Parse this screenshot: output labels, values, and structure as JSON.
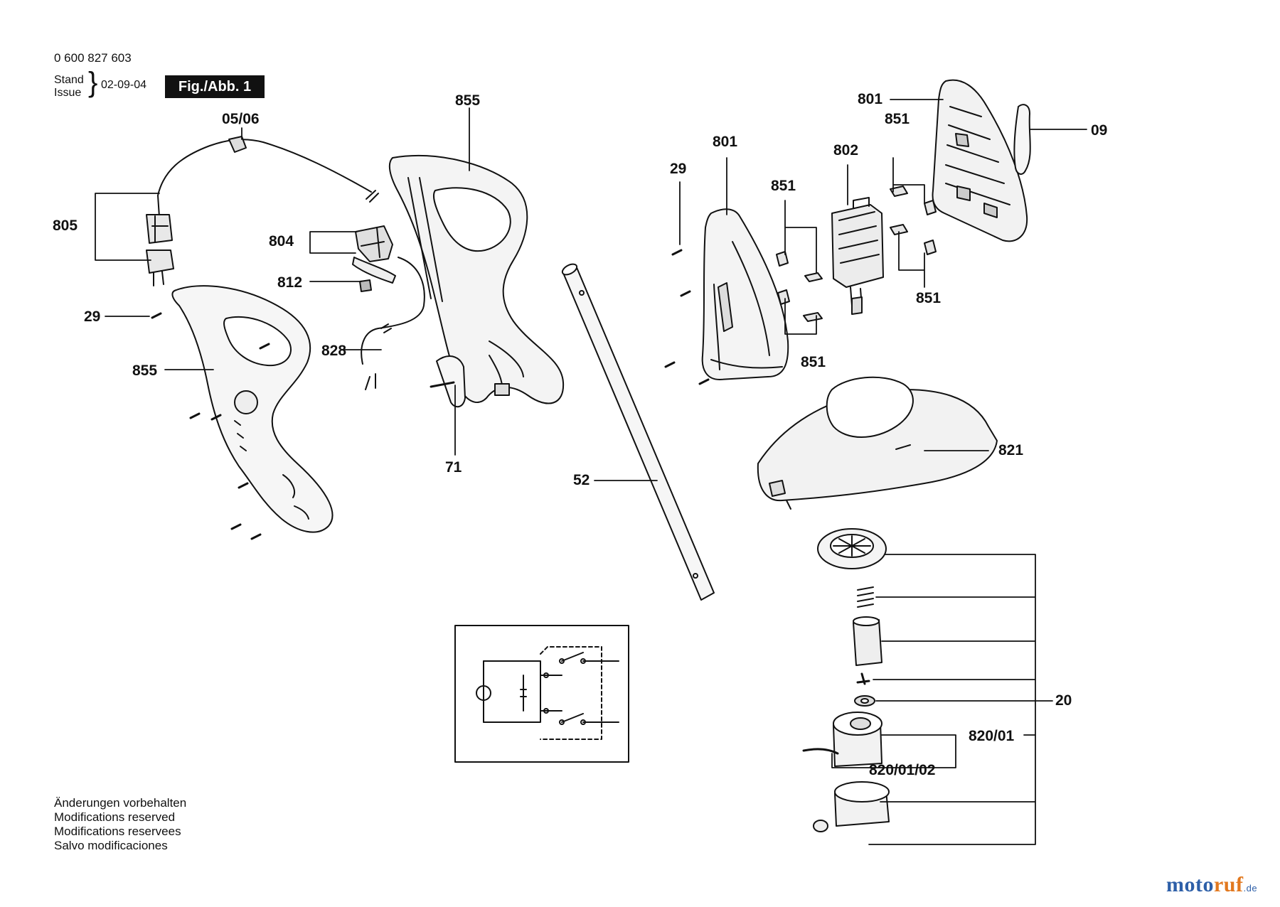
{
  "header": {
    "doc_number": "0 600 827 603",
    "stand_label": "Stand",
    "issue_label": "Issue",
    "date": "02-09-04",
    "figure_label": "Fig./Abb. 1"
  },
  "notes": [
    "Änderungen vorbehalten",
    "Modifications reserved",
    "Modifications reservees",
    "Salvo modificaciones"
  ],
  "brand": {
    "main": "moto",
    "accent": "ruf",
    "tld": ".de"
  },
  "part_labels": {
    "p0506": "05/06",
    "p805": "805",
    "p804": "804",
    "p812": "812",
    "p29_left": "29",
    "p855_left": "855",
    "p855_top": "855",
    "p828": "828",
    "p71": "71",
    "p52": "52",
    "p29_mid": "29",
    "p801_mid": "801",
    "p851_a": "851",
    "p802": "802",
    "p851_b": "851",
    "p801_top": "801",
    "p09": "09",
    "p851_c": "851",
    "p851_d": "851",
    "p821": "821",
    "p20": "20",
    "p820_01": "820/01",
    "p820_01_02": "820/01/02"
  }
}
